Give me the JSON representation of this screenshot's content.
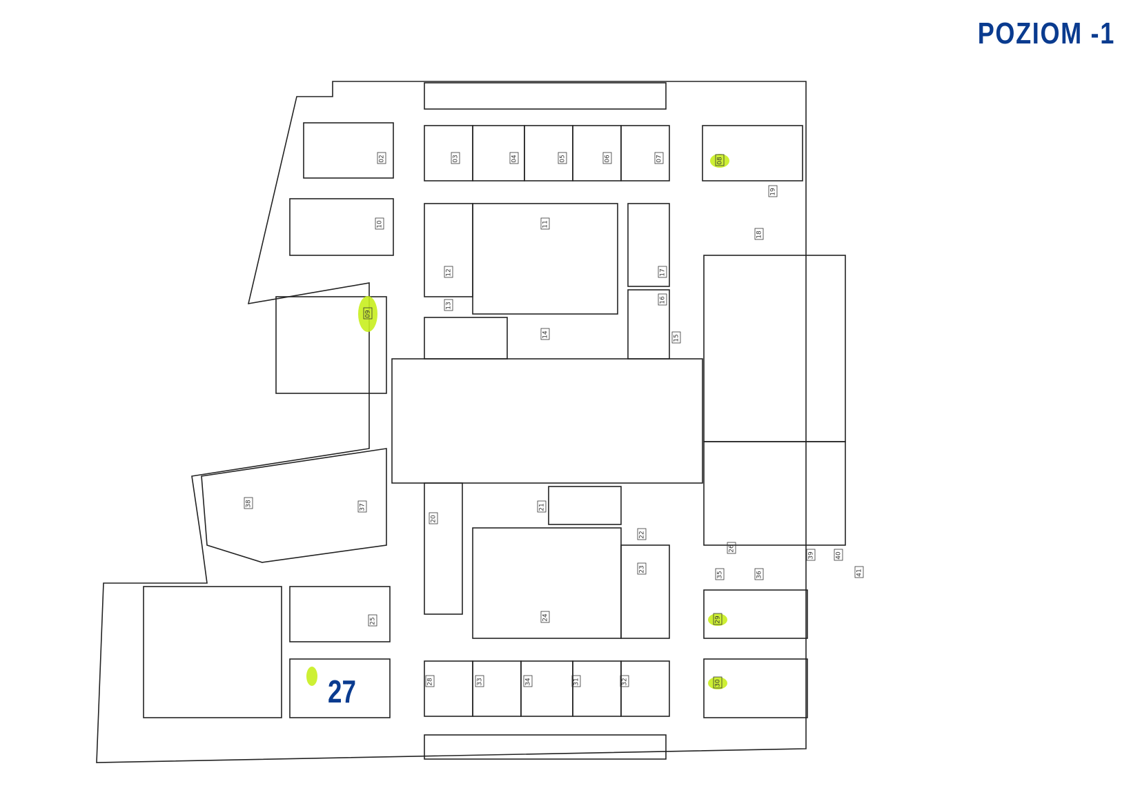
{
  "header": {
    "title": "POZIOM -1"
  },
  "highlight": {
    "room_number": "27"
  },
  "colors": {
    "title": "#0a3b8f",
    "highlight_marker": "#c8ee1e",
    "wall": "#222222",
    "label": "#333333"
  },
  "room_labels": [
    "02",
    "03",
    "04",
    "05",
    "06",
    "07",
    "08",
    "09",
    "10",
    "11",
    "12",
    "13",
    "14",
    "15",
    "16",
    "17",
    "18",
    "19",
    "20",
    "21",
    "22",
    "23",
    "24",
    "25",
    "26",
    "28",
    "29",
    "30",
    "31",
    "32",
    "33",
    "34",
    "35",
    "36",
    "37",
    "38",
    "39",
    "40",
    "41"
  ],
  "highlighted_rooms": [
    "08",
    "09",
    "29",
    "30",
    "27"
  ]
}
